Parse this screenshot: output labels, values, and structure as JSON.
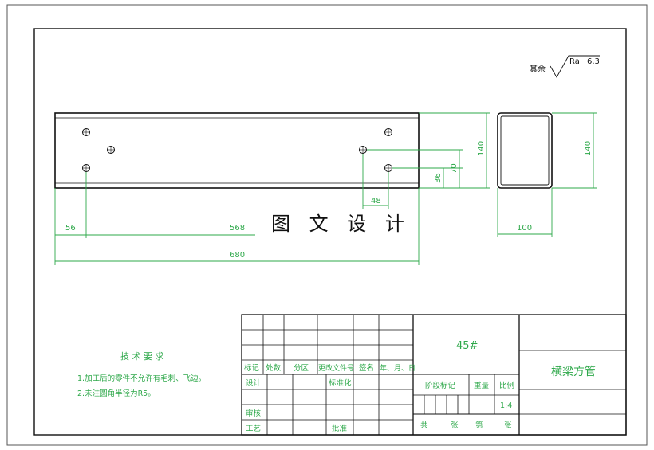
{
  "drawing": {
    "roughness": {
      "other_label": "其余",
      "ra_label": "Ra",
      "ra_value": "6.3"
    },
    "dims": {
      "front_height": "140",
      "front_hole_vspacing": "70",
      "front_hole_offset": "36",
      "front_hole_hspacing": "48",
      "edge_offset": "56",
      "hole_span": "568",
      "total_length": "680",
      "side_height": "140",
      "side_width": "100"
    },
    "watermark": "图 文 设 计",
    "tech_req": {
      "title": "技 术 要 求",
      "items": [
        "1.加工后的零件不允许有毛刺、飞边。",
        "2.未注圆角半径为R5。"
      ]
    },
    "title_block": {
      "material": "45#",
      "part_name": "横梁方管",
      "headers": [
        "标记",
        "处数",
        "分区",
        "更改文件号",
        "签名",
        "年、月、日"
      ],
      "roles": {
        "design": "设计",
        "standard": "标准化",
        "review": "审核",
        "process": "工艺",
        "approve": "批准"
      },
      "stage_label": "阶段标记",
      "weight_label": "重量",
      "scale_label": "比例",
      "scale_value": "1:4",
      "sheets": [
        "共",
        "张",
        "第",
        "张"
      ]
    }
  }
}
